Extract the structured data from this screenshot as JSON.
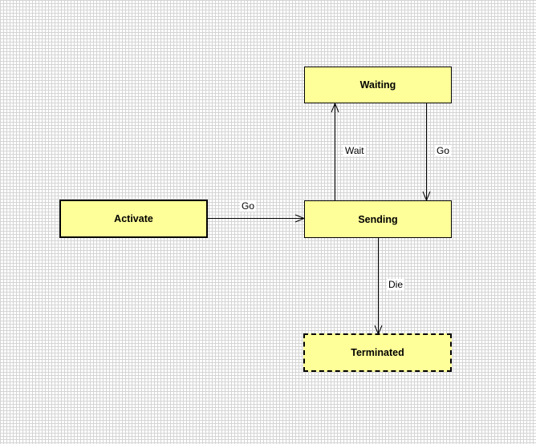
{
  "diagram": {
    "states": {
      "waiting": "Waiting",
      "activate": "Activate",
      "sending": "Sending",
      "terminated": "Terminated"
    },
    "transitions": {
      "activate_to_sending": "Go",
      "sending_to_waiting": "Wait",
      "waiting_to_sending": "Go",
      "sending_to_terminated": "Die"
    }
  },
  "colors": {
    "state_fill": "#ffff99",
    "state_border": "#000000",
    "grid": "#d4d4d4"
  }
}
